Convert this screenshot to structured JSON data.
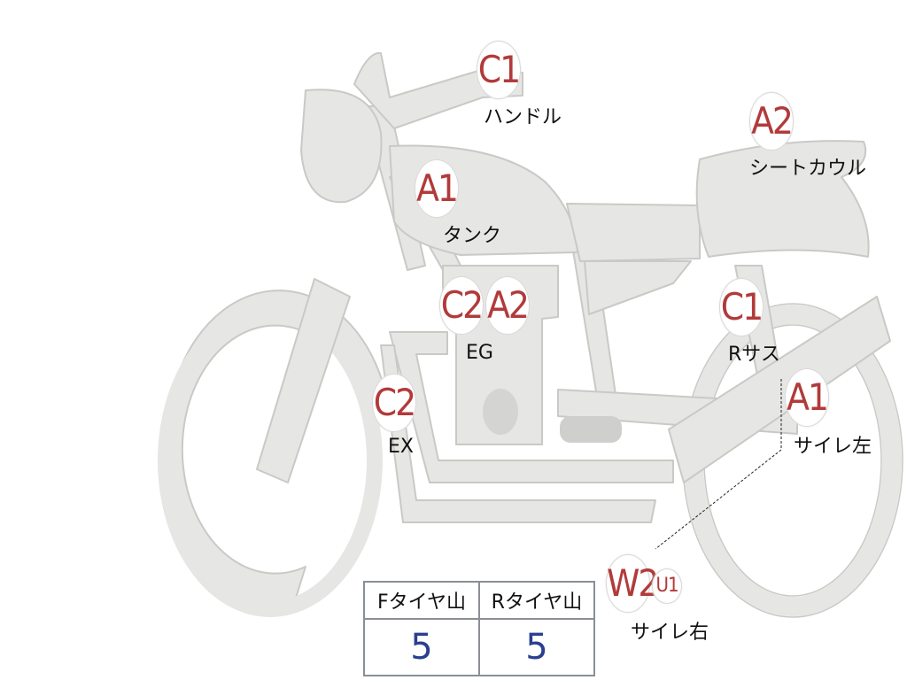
{
  "parts": {
    "handle": {
      "grade": "C1",
      "label": "ハンドル"
    },
    "seatcowl": {
      "grade": "A2",
      "label": "シートカウル"
    },
    "tank": {
      "grade": "A1",
      "label": "タンク"
    },
    "engine": {
      "grades": [
        "C2",
        "A2"
      ],
      "label": "EG"
    },
    "rear_sus": {
      "grade": "C1",
      "label": "Rサス"
    },
    "exhaust": {
      "grade": "C2",
      "label": "EX"
    },
    "muffler_left": {
      "grade": "A1",
      "label": "サイレ左"
    },
    "muffler_right": {
      "grade": "W2",
      "sub_grade": "U1",
      "label": "サイレ右"
    }
  },
  "tires": {
    "front_label": "Fタイヤ山",
    "rear_label": "Rタイヤ山",
    "front_value": "5",
    "rear_value": "5"
  },
  "colors": {
    "bike_fill": "#e6e6e4",
    "bike_stroke": "#c9c9c6",
    "grade_text": "#b23a3a",
    "tire_value": "#2a3f8f"
  }
}
